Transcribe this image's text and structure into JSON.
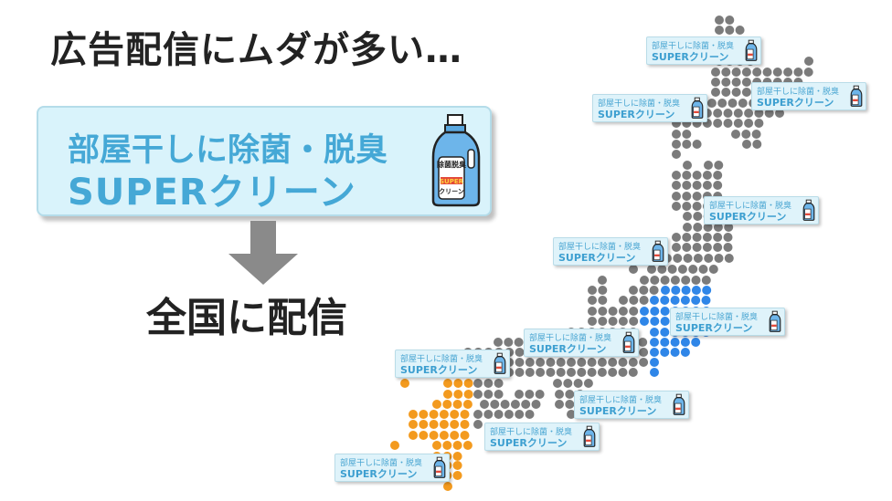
{
  "headline": "広告配信にムダが多い…",
  "ad": {
    "line1": "部屋干しに除菌・脱臭",
    "line2": "SUPERクリーン",
    "bottle_label_top": "除菌脱臭",
    "bottle_label_brand": "SUPER",
    "bottle_label_name": "クリーン",
    "icon": "detergent-bottle-icon"
  },
  "arrow_icon": "down-arrow-icon",
  "caption": "全国に配信",
  "map": {
    "colors": {
      "default": "#7b7b7b",
      "east_region": "#2f86e8",
      "west_region": "#f39a1e"
    },
    "ads": [
      {
        "line1": "部屋干しに除菌・脱臭",
        "line2": "SUPERクリーン"
      },
      {
        "line1": "部屋干しに除菌・脱臭",
        "line2": "SUPERクリーン"
      },
      {
        "line1": "部屋干しに除菌・脱臭",
        "line2": "SUPERクリーン"
      },
      {
        "line1": "部屋干しに除菌・脱臭",
        "line2": "SUPERクリーン"
      },
      {
        "line1": "部屋干しに除菌・脱臭",
        "line2": "SUPERクリーン"
      },
      {
        "line1": "部屋干しに除菌・脱臭",
        "line2": "SUPERクリーン"
      },
      {
        "line1": "部屋干しに除菌・脱臭",
        "line2": "SUPERクリーン"
      },
      {
        "line1": "部屋干しに除菌・脱臭",
        "line2": "SUPERクリーン"
      },
      {
        "line1": "部屋干しに除菌・脱臭",
        "line2": "SUPERクリーン"
      },
      {
        "line1": "部屋干しに除菌・脱臭",
        "line2": "SUPERクリーン"
      },
      {
        "line1": "部屋干しに除菌・脱臭",
        "line2": "SUPERクリーン"
      }
    ]
  }
}
